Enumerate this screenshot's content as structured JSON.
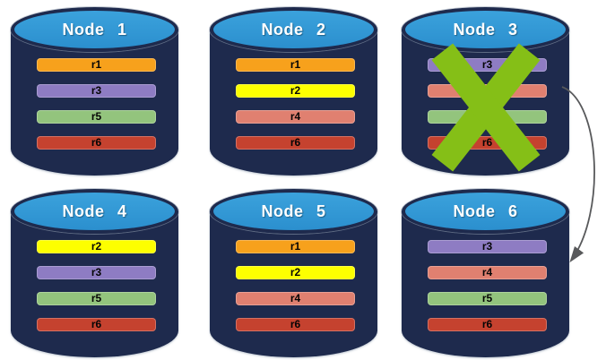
{
  "colors": {
    "cylinder_body": "#1E2A4D",
    "cylinder_top": "#2E96D3",
    "x_mark": "#85BF17",
    "arrow": "#58595B",
    "node_title_text": "#FFFFFF",
    "replica_label_text": "#050505"
  },
  "replica_colors": {
    "r1": "#F7A11C",
    "r2": "#FDFF00",
    "r3": "#8E7CC3",
    "r4": "#E08070",
    "r5": "#93C47D",
    "r6": "#C5422F"
  },
  "nodes": [
    {
      "label": "Node 1",
      "replicas": [
        "r1",
        "r3",
        "r5",
        "r6"
      ],
      "failed": false
    },
    {
      "label": "Node 2",
      "replicas": [
        "r1",
        "r2",
        "r4",
        "r6"
      ],
      "failed": false
    },
    {
      "label": "Node 3",
      "replicas": [
        "r3",
        "r4",
        "r5",
        "r6"
      ],
      "failed": true
    },
    {
      "label": "Node 4",
      "replicas": [
        "r2",
        "r3",
        "r5",
        "r6"
      ],
      "failed": false
    },
    {
      "label": "Node 5",
      "replicas": [
        "r1",
        "r2",
        "r4",
        "r6"
      ],
      "failed": false
    },
    {
      "label": "Node 6",
      "replicas": [
        "r3",
        "r4",
        "r5",
        "r6"
      ],
      "failed": false
    }
  ],
  "arrow": {
    "from": "Node 3",
    "to": "Node 6"
  }
}
